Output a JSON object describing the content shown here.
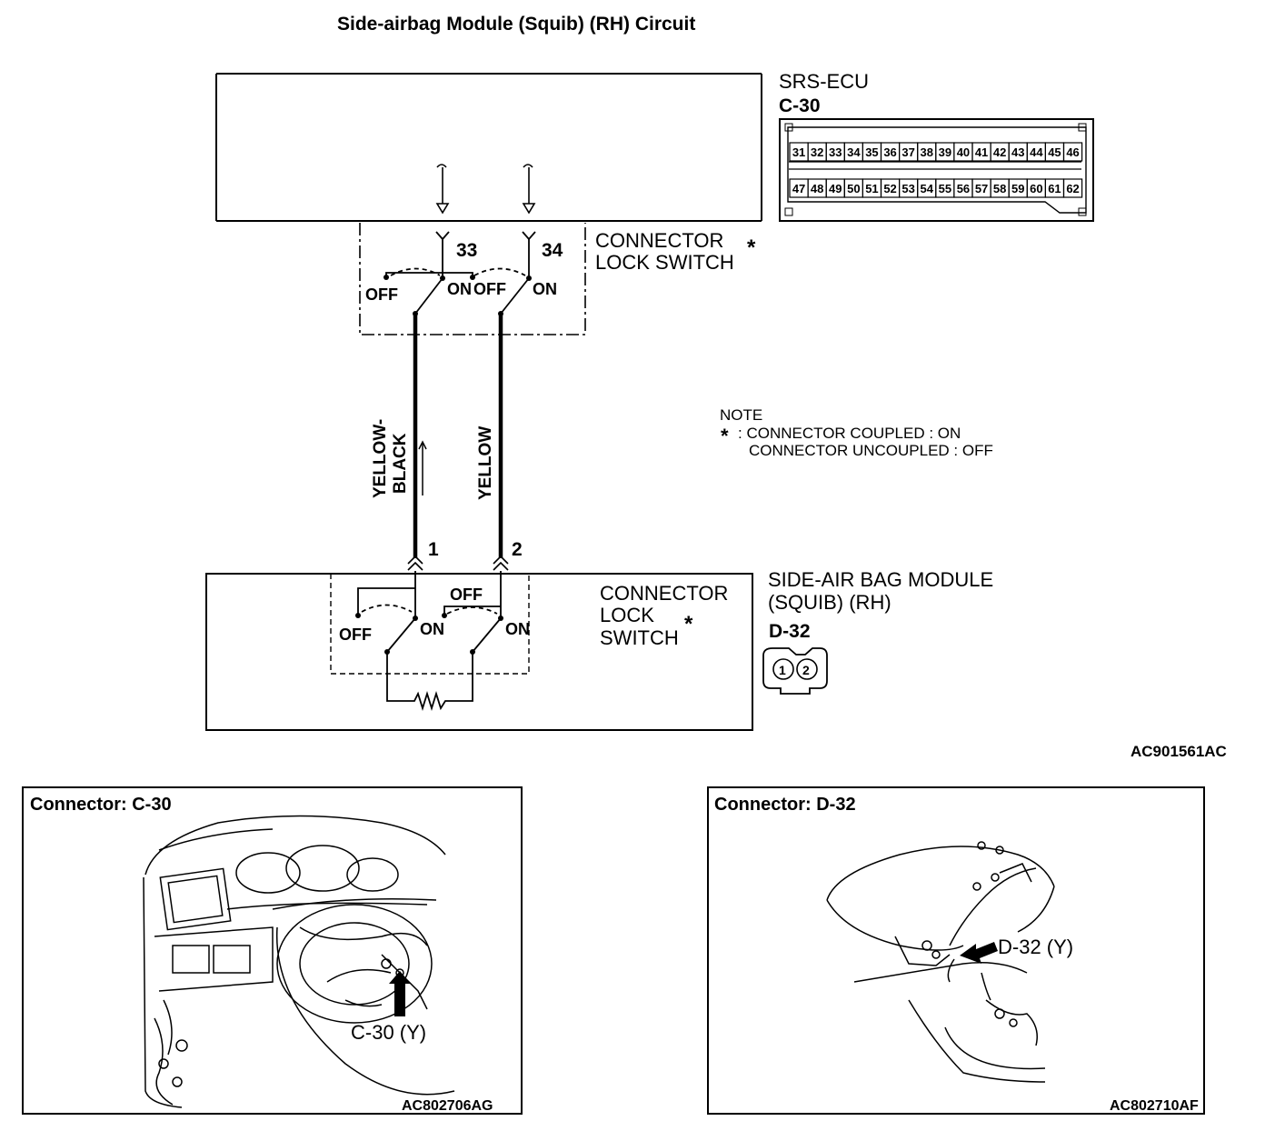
{
  "title": "Side-airbag Module (Squib) (RH) Circuit",
  "ecu": {
    "name": "SRS-ECU",
    "connector_id": "C-30",
    "pins_top": [
      "31",
      "32",
      "33",
      "34",
      "35",
      "36",
      "37",
      "38",
      "39",
      "40",
      "41",
      "42",
      "43",
      "44",
      "45",
      "46"
    ],
    "pins_bottom": [
      "47",
      "48",
      "49",
      "50",
      "51",
      "52",
      "53",
      "54",
      "55",
      "56",
      "57",
      "58",
      "59",
      "60",
      "61",
      "62"
    ]
  },
  "upper_switch": {
    "label_line1": "CONNECTOR",
    "label_line2": "LOCK SWITCH",
    "asterisk": "*",
    "pin_a": "33",
    "pin_b": "34",
    "off_a": "OFF",
    "on_a": "ON",
    "off_b": "OFF",
    "on_b": "ON"
  },
  "wires": {
    "left_line1": "YELLOW-",
    "left_line2": "BLACK",
    "right": "YELLOW",
    "pin_1": "1",
    "pin_2": "2"
  },
  "note": {
    "heading": "NOTE",
    "asterisk": "*",
    "line1": ": CONNECTOR COUPLED : ON",
    "line2": "CONNECTOR UNCOUPLED : OFF"
  },
  "module": {
    "switch_line1": "CONNECTOR",
    "switch_line2": "LOCK",
    "switch_line3": "SWITCH",
    "asterisk": "*",
    "off_left": "OFF",
    "on_left": "ON",
    "off_top": "OFF",
    "on_right": "ON",
    "name_line1": "SIDE-AIR BAG MODULE",
    "name_line2": "(SQUIB) (RH)",
    "connector_id": "D-32",
    "connector_pins": [
      "1",
      "2"
    ]
  },
  "diagram_code": "AC901561AC",
  "panel_left": {
    "title": "Connector: C-30",
    "callout": "C-30 (Y)",
    "code": "AC802706AG"
  },
  "panel_right": {
    "title": "Connector: D-32",
    "callout": "D-32 (Y)",
    "code": "AC802710AF"
  }
}
